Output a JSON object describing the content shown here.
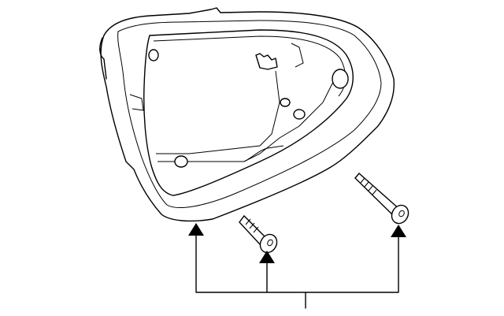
{
  "diagram": {
    "type": "exploded parts illustration",
    "parts": [
      "mirror-housing-frame",
      "screw",
      "screw"
    ],
    "callout_labels": [],
    "colors": {
      "line": "#000000",
      "background": "#ffffff"
    }
  }
}
